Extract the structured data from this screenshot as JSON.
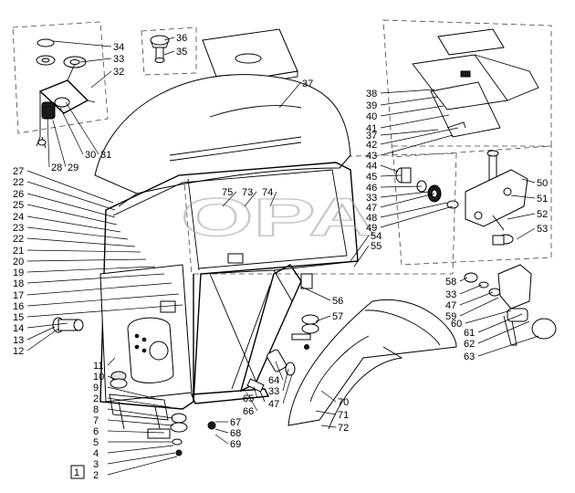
{
  "watermark": "OPA",
  "frame_number": "1",
  "callouts": [
    {
      "id": "c34",
      "text": "34"
    },
    {
      "id": "c33a",
      "text": "33"
    },
    {
      "id": "c32",
      "text": "32"
    },
    {
      "id": "c36",
      "text": "36"
    },
    {
      "id": "c35",
      "text": "35"
    },
    {
      "id": "c37a",
      "text": "37"
    },
    {
      "id": "c28",
      "text": "28"
    },
    {
      "id": "c29",
      "text": "29"
    },
    {
      "id": "c30",
      "text": "30"
    },
    {
      "id": "c31",
      "text": "31"
    },
    {
      "id": "c38",
      "text": "38"
    },
    {
      "id": "c39",
      "text": "39"
    },
    {
      "id": "c40",
      "text": "40"
    },
    {
      "id": "c41",
      "text": "41"
    },
    {
      "id": "c37b",
      "text": "37"
    },
    {
      "id": "c42",
      "text": "42"
    },
    {
      "id": "c43",
      "text": "43"
    },
    {
      "id": "c44",
      "text": "44"
    },
    {
      "id": "c45",
      "text": "45"
    },
    {
      "id": "c46",
      "text": "46"
    },
    {
      "id": "c33b",
      "text": "33"
    },
    {
      "id": "c47a",
      "text": "47"
    },
    {
      "id": "c48",
      "text": "48"
    },
    {
      "id": "c49",
      "text": "49"
    },
    {
      "id": "c54",
      "text": "54"
    },
    {
      "id": "c55",
      "text": "55"
    },
    {
      "id": "c50",
      "text": "50"
    },
    {
      "id": "c51",
      "text": "51"
    },
    {
      "id": "c52",
      "text": "52"
    },
    {
      "id": "c53",
      "text": "53"
    },
    {
      "id": "c27",
      "text": "27"
    },
    {
      "id": "c22a",
      "text": "22"
    },
    {
      "id": "c26",
      "text": "26"
    },
    {
      "id": "c25",
      "text": "25"
    },
    {
      "id": "c24",
      "text": "24"
    },
    {
      "id": "c23",
      "text": "23"
    },
    {
      "id": "c22b",
      "text": "22"
    },
    {
      "id": "c21",
      "text": "21"
    },
    {
      "id": "c20",
      "text": "20"
    },
    {
      "id": "c19",
      "text": "19"
    },
    {
      "id": "c18",
      "text": "18"
    },
    {
      "id": "c17",
      "text": "17"
    },
    {
      "id": "c16",
      "text": "16"
    },
    {
      "id": "c15",
      "text": "15"
    },
    {
      "id": "c14",
      "text": "14"
    },
    {
      "id": "c13",
      "text": "13"
    },
    {
      "id": "c12",
      "text": "12"
    },
    {
      "id": "c75",
      "text": "75"
    },
    {
      "id": "c73",
      "text": "73"
    },
    {
      "id": "c74",
      "text": "74"
    },
    {
      "id": "c56",
      "text": "56"
    },
    {
      "id": "c57",
      "text": "57"
    },
    {
      "id": "c58",
      "text": "58"
    },
    {
      "id": "c33c",
      "text": "33"
    },
    {
      "id": "c47b",
      "text": "47"
    },
    {
      "id": "c59",
      "text": "59"
    },
    {
      "id": "c60",
      "text": "60"
    },
    {
      "id": "c61",
      "text": "61"
    },
    {
      "id": "c62",
      "text": "62"
    },
    {
      "id": "c63",
      "text": "63"
    },
    {
      "id": "c11",
      "text": "11"
    },
    {
      "id": "c10",
      "text": "10"
    },
    {
      "id": "c9",
      "text": "9"
    },
    {
      "id": "c2a",
      "text": "2"
    },
    {
      "id": "c8",
      "text": "8"
    },
    {
      "id": "c7",
      "text": "7"
    },
    {
      "id": "c6",
      "text": "6"
    },
    {
      "id": "c5",
      "text": "5"
    },
    {
      "id": "c4",
      "text": "4"
    },
    {
      "id": "c3",
      "text": "3"
    },
    {
      "id": "c2b",
      "text": "2"
    },
    {
      "id": "c64",
      "text": "64"
    },
    {
      "id": "c33d",
      "text": "33"
    },
    {
      "id": "c47c",
      "text": "47"
    },
    {
      "id": "c65",
      "text": "65"
    },
    {
      "id": "c66",
      "text": "66"
    },
    {
      "id": "c67",
      "text": "67"
    },
    {
      "id": "c68",
      "text": "68"
    },
    {
      "id": "c69",
      "text": "69"
    },
    {
      "id": "c70",
      "text": "70"
    },
    {
      "id": "c71",
      "text": "71"
    },
    {
      "id": "c72",
      "text": "72"
    }
  ]
}
